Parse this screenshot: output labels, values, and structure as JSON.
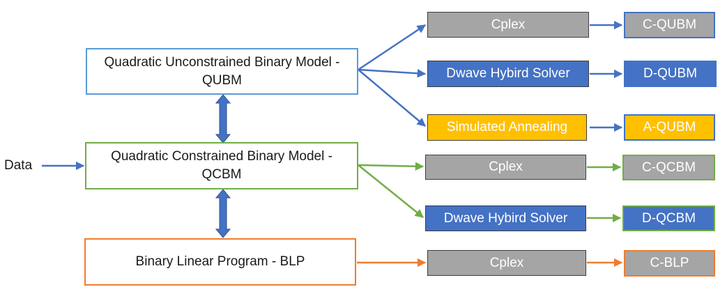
{
  "input_label": "Data",
  "colors": {
    "qubm": "#5b9bd5",
    "qcbm": "#70ad47",
    "blp": "#ed7d31",
    "arrow_blue": "#4472c4",
    "vertical_arrow_fill": "#4472c4",
    "vertical_arrow_stroke": "#2f528f"
  },
  "models": {
    "qubm": {
      "title": "Quadratic Unconstrained Binary Model - QUBM",
      "color": "#5b9bd5"
    },
    "qcbm": {
      "title": "Quadratic Constrained Binary Model - QCBM",
      "color": "#70ad47"
    },
    "blp": {
      "title": "Binary Linear Program - BLP",
      "color": "#ed7d31"
    }
  },
  "solvers": {
    "qubm_cplex": {
      "label": "Cplex",
      "fill": "#a5a5a5"
    },
    "qubm_dwave": {
      "label": "Dwave Hybird Solver",
      "fill": "#4472c4"
    },
    "qubm_sa": {
      "label": "Simulated Annealing",
      "fill": "#ffc000"
    },
    "qcbm_cplex": {
      "label": "Cplex",
      "fill": "#a5a5a5"
    },
    "qcbm_dwave": {
      "label": "Dwave Hybird Solver",
      "fill": "#4472c4"
    },
    "blp_cplex": {
      "label": "Cplex",
      "fill": "#a5a5a5"
    }
  },
  "results": {
    "c_qubm": {
      "label": "C-QUBM",
      "fill": "#a5a5a5",
      "border": "#4472c4"
    },
    "d_qubm": {
      "label": "D-QUBM",
      "fill": "#4472c4",
      "border": "#4472c4"
    },
    "a_qubm": {
      "label": "A-QUBM",
      "fill": "#ffc000",
      "border": "#4472c4"
    },
    "c_qcbm": {
      "label": "C-QCBM",
      "fill": "#a5a5a5",
      "border": "#70ad47"
    },
    "d_qcbm": {
      "label": "D-QCBM",
      "fill": "#4472c4",
      "border": "#70ad47"
    },
    "c_blp": {
      "label": "C-BLP",
      "fill": "#a5a5a5",
      "border": "#ed7d31"
    }
  }
}
